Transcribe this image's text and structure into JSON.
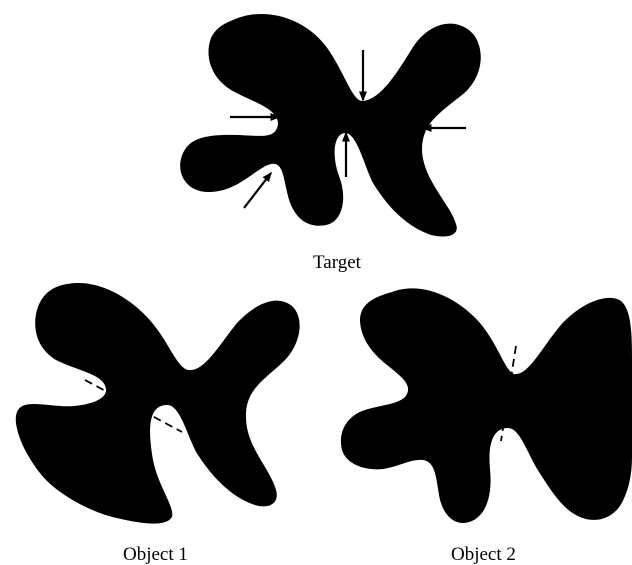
{
  "figure": {
    "captions": {
      "target": "Target",
      "object1": "Object 1",
      "object2": "Object 2"
    },
    "colors": {
      "shape_fill": "#000000",
      "background": "#ffffff",
      "arrow": "#000000",
      "dash": "#000000"
    },
    "annotations": {
      "target_arrows": 5,
      "object_dash_lines": 2
    }
  }
}
